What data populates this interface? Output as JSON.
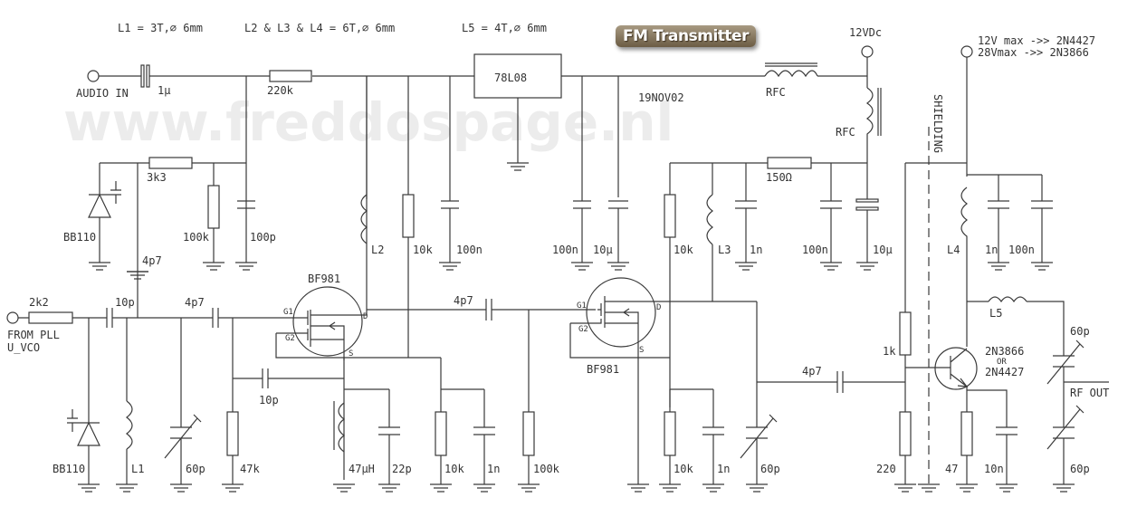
{
  "title": "FM Transmitter",
  "watermark": "www.freddospage.nl",
  "date": "19NOV02",
  "coil_notes": [
    "L1 = 3T,⌀ 6mm",
    "L2 & L3 & L4 = 6T,⌀ 6mm",
    "L5 = 4T,⌀ 6mm"
  ],
  "supply": {
    "main": "12VDc",
    "note1": "12V max ->> 2N4427",
    "note2": "28Vmax ->> 2N3866"
  },
  "ports": {
    "audio_in": "AUDIO IN",
    "pll_1": "FROM PLL",
    "pll_2": "U_VCO",
    "rf_out": "RF OUT"
  },
  "shielding": "SHIELDING",
  "components": {
    "c_audio": "1µ",
    "r_220k": "220k",
    "regulator": "78L08",
    "r_3k3": "3k3",
    "r_100k_bias": "100k",
    "c_100p": "100p",
    "d_bb110_top": "BB110",
    "c_4p7_vert": "4p7",
    "rfc1": "RFC",
    "rfc2": "RFC",
    "r_2k2": "2k2",
    "c_10p_in": "10p",
    "c_4p7_g1": "4p7",
    "d_bb110_bot": "BB110",
    "l1": "L1",
    "c_60p_tune": "60p",
    "r_47k": "47k",
    "c_10p_fb": "10p",
    "l_47uh": "47µH",
    "c_22p": "22p",
    "r_10k_s1": "10k",
    "c_1n_s1": "1n",
    "r_100k_g1b": "100k",
    "q1": "BF981",
    "q2": "BF981",
    "g1": "G1",
    "g2": "G2",
    "d": "D",
    "s": "S",
    "l2": "L2",
    "r_10k_l2": "10k",
    "c_100n_in": "100n",
    "c_100n_out": "100n",
    "c_10u_out": "10µ",
    "c_4p7_mid": "4p7",
    "r_10k_b": "10k",
    "l3": "L3",
    "c_1n_l3": "1n",
    "r_150": "150Ω",
    "c_100n_150": "100n",
    "c_10u_150": "10µ",
    "r_10k_s2": "10k",
    "c_1n_s2": "1n",
    "c_60p_d2": "60p",
    "c_4p7_out": "4p7",
    "l4": "L4",
    "c_1n_l4": "1n",
    "c_100n_l4": "100n",
    "l5": "L5",
    "r_1k": "1k",
    "r_220": "220",
    "r_47": "47",
    "c_10n": "10n",
    "q3_1": "2N3866",
    "q3_2": "OR",
    "q3_3": "2N4427",
    "c_60p_out1": "60p",
    "c_60p_out2": "60p"
  }
}
